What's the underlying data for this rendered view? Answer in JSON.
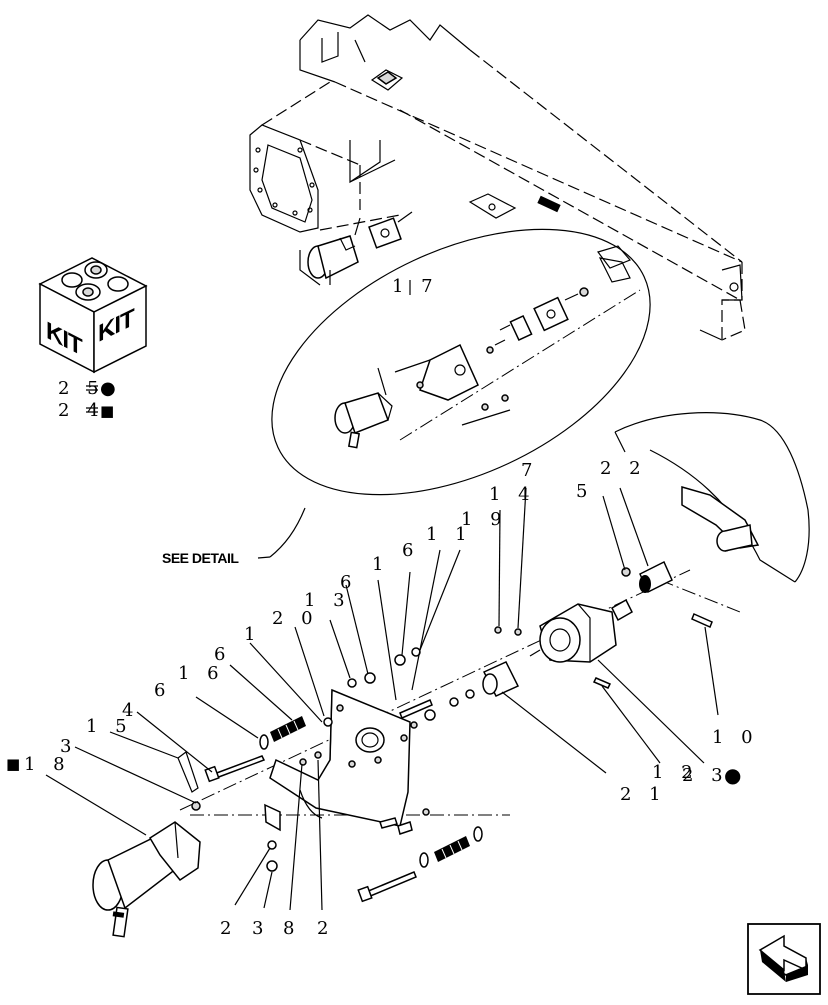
{
  "kit": {
    "label_left": "KIT",
    "label_right": "KIT"
  },
  "legend": [
    {
      "ref": "2 5",
      "symbol": "●"
    },
    {
      "ref": "2 4",
      "symbol": "■"
    }
  ],
  "detail_callout": "SEE DETAIL",
  "callouts": {
    "c17": "1 7",
    "c22": "2 2",
    "c5": "5",
    "c7": "7",
    "c14": "1 4",
    "c11": "1 1",
    "c19": "1 9",
    "c6a": "6",
    "c1a": "1",
    "c6b": "6",
    "c13": "1 3",
    "c20": "2 0",
    "c1b": "1",
    "c6c": "6",
    "c16": "1 6",
    "c6d": "6",
    "c4": "4",
    "c15": "1 5",
    "c3a": "3",
    "c18": "1 8",
    "c18_marker": "■",
    "c10": "1 0",
    "c23": "2 3",
    "c23_marker": "●",
    "c12": "1 2",
    "c21": "2 1",
    "c2a": "2",
    "c3b": "3",
    "c8": "8",
    "c2b": "2"
  },
  "icons": {
    "kit_box": "kit-box-icon",
    "nav": "next-page-arrow-icon"
  }
}
